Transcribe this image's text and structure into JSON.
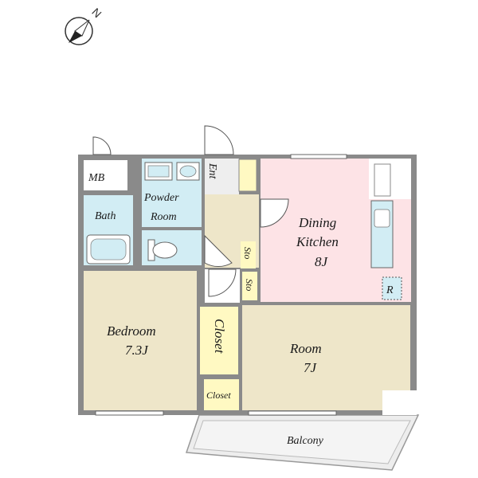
{
  "compass": {
    "label": "N"
  },
  "rooms": {
    "mb": "MB",
    "powder_room": [
      "Powder",
      "Room"
    ],
    "bath": "Bath",
    "entrance": "Ent",
    "dining_kitchen": {
      "name": [
        "Dining",
        "Kitchen"
      ],
      "size": "8J"
    },
    "storage_upper": "Sto",
    "storage_lower": "Sto",
    "refrigerator": "R",
    "bedroom": {
      "name": "Bedroom",
      "size": "7.3J"
    },
    "closet_large": "Closet",
    "closet_small": "Closet",
    "room": {
      "name": "Room",
      "size": "7J"
    },
    "balcony": "Balcony"
  },
  "colors": {
    "wall": "#8a8a8a",
    "floor_tan": "#eee6c9",
    "floor_pink": "#fde3e6",
    "floor_wet": "#d2edf4",
    "floor_yellow": "#fff9c2",
    "entrance_tile": "#eeeeee",
    "balcony": "#ededed"
  }
}
